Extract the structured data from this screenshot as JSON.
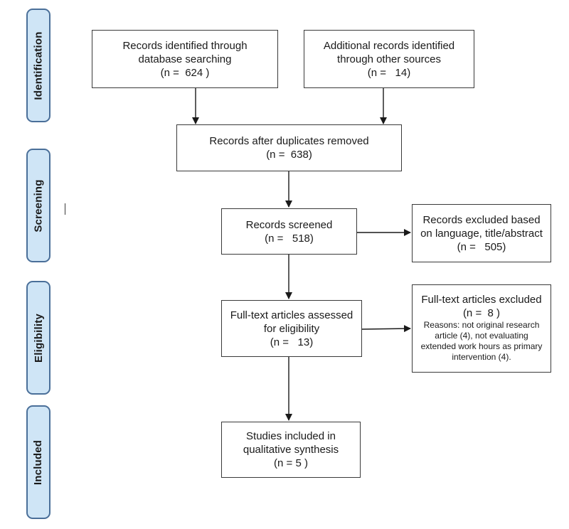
{
  "phases": {
    "identification": "Identification",
    "screening": "Screening",
    "eligibility": "Eligibility",
    "included": "Included"
  },
  "boxes": {
    "database": {
      "line1": "Records identified through",
      "line2": "database searching",
      "line3": "(n =  624 )"
    },
    "other_sources": {
      "line1": "Additional records identified",
      "line2": "through other sources",
      "line3": "(n =   14)"
    },
    "duplicates_removed": {
      "line1": "Records after duplicates removed",
      "line2": "(n =  638)"
    },
    "screened": {
      "line1": "Records screened",
      "line2": "(n =   518)"
    },
    "excluded_screening": {
      "line1": "Records excluded based",
      "line2": "on language, title/abstract",
      "line3": "(n =   505)"
    },
    "assessed": {
      "line1": "Full-text articles assessed",
      "line2": "for eligibility",
      "line3": "(n =   13)"
    },
    "excluded_fulltext": {
      "line1": "Full-text articles excluded",
      "line2": "(n =  8 )",
      "reasons1": "Reasons: not original research",
      "reasons2": "article (4), not evaluating",
      "reasons3": "extended work hours as primary",
      "reasons4": "intervention (4)."
    },
    "included": {
      "line1": "Studies included in",
      "line2": "qualitative synthesis",
      "line3": "(n = 5 )"
    }
  }
}
